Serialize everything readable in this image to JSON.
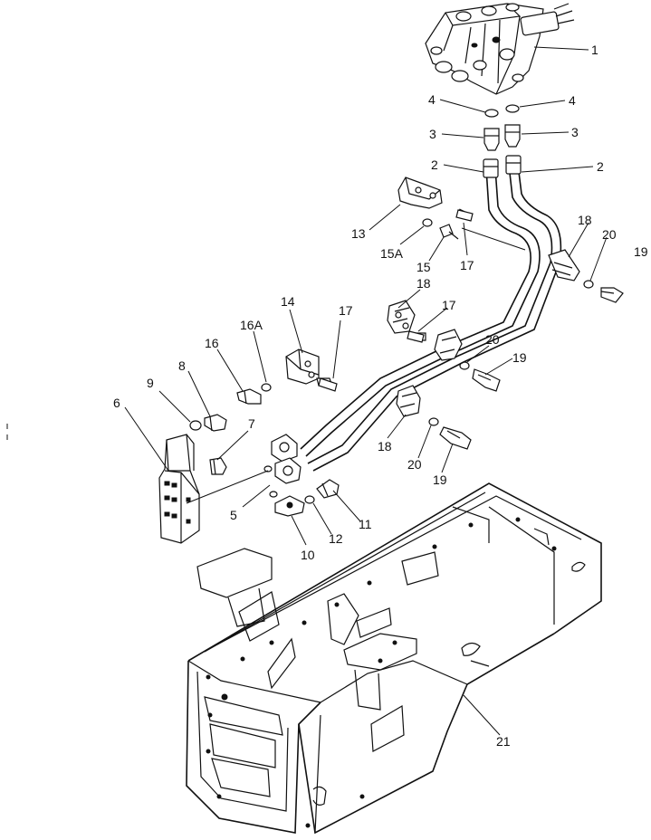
{
  "callouts": [
    {
      "id": "c1",
      "label": "1"
    },
    {
      "id": "c2a",
      "label": "2"
    },
    {
      "id": "c2b",
      "label": "2"
    },
    {
      "id": "c3a",
      "label": "3"
    },
    {
      "id": "c3b",
      "label": "3"
    },
    {
      "id": "c4a",
      "label": "4"
    },
    {
      "id": "c4b",
      "label": "4"
    },
    {
      "id": "c5",
      "label": "5"
    },
    {
      "id": "c6",
      "label": "6"
    },
    {
      "id": "c7",
      "label": "7"
    },
    {
      "id": "c8",
      "label": "8"
    },
    {
      "id": "c9",
      "label": "9"
    },
    {
      "id": "c10",
      "label": "10"
    },
    {
      "id": "c11",
      "label": "11"
    },
    {
      "id": "c12",
      "label": "12"
    },
    {
      "id": "c13",
      "label": "13"
    },
    {
      "id": "c14",
      "label": "14"
    },
    {
      "id": "c15",
      "label": "15"
    },
    {
      "id": "c15a",
      "label": "15A"
    },
    {
      "id": "c16",
      "label": "16"
    },
    {
      "id": "c16a",
      "label": "16A"
    },
    {
      "id": "c17a",
      "label": "17"
    },
    {
      "id": "c17b",
      "label": "17"
    },
    {
      "id": "c17c",
      "label": "17"
    },
    {
      "id": "c18a",
      "label": "18"
    },
    {
      "id": "c18b",
      "label": "18"
    },
    {
      "id": "c18c",
      "label": "18"
    },
    {
      "id": "c19a",
      "label": "19"
    },
    {
      "id": "c19b",
      "label": "19"
    },
    {
      "id": "c19c",
      "label": "19"
    },
    {
      "id": "c20a",
      "label": "20"
    },
    {
      "id": "c20b",
      "label": "20"
    },
    {
      "id": "c20c",
      "label": "20"
    },
    {
      "id": "c21",
      "label": "21"
    }
  ]
}
